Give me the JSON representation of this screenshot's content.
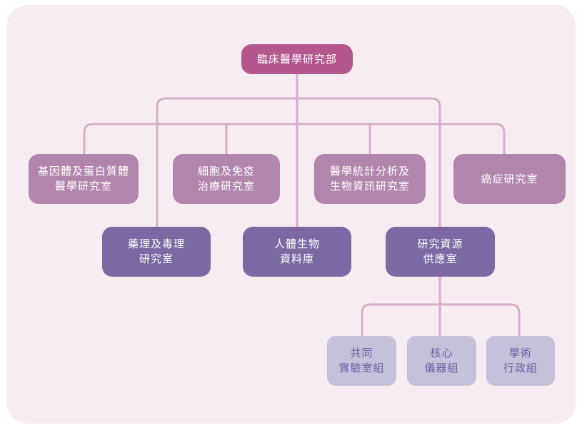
{
  "canvas": {
    "background": "#f6ecf2"
  },
  "colors": {
    "root_fill": "#b4578e",
    "level2_fill": "#b286ac",
    "level3_fill": "#7a69a3",
    "level4_fill": "#c6c0da",
    "level4_text": "#6e60a5",
    "node_text": "#ffffff",
    "connector": "#d5adc8"
  },
  "org_chart": {
    "root": {
      "label": "臨床醫學研究部"
    },
    "level2": [
      {
        "label": "基因體及蛋白質體\n醫學研究室"
      },
      {
        "label": "細胞及免疫\n治療研究室"
      },
      {
        "label": "醫學統計分析及\n生物資訊研究室"
      },
      {
        "label": "癌症研究室"
      }
    ],
    "level3": [
      {
        "label": "藥理及毒理\n研究室"
      },
      {
        "label": "人體生物\n資料庫"
      },
      {
        "label": "研究資源\n供應室"
      }
    ],
    "level4": [
      {
        "label": "共同\n實驗室組"
      },
      {
        "label": "核心\n儀器組"
      },
      {
        "label": "學術\n行政組"
      }
    ]
  }
}
